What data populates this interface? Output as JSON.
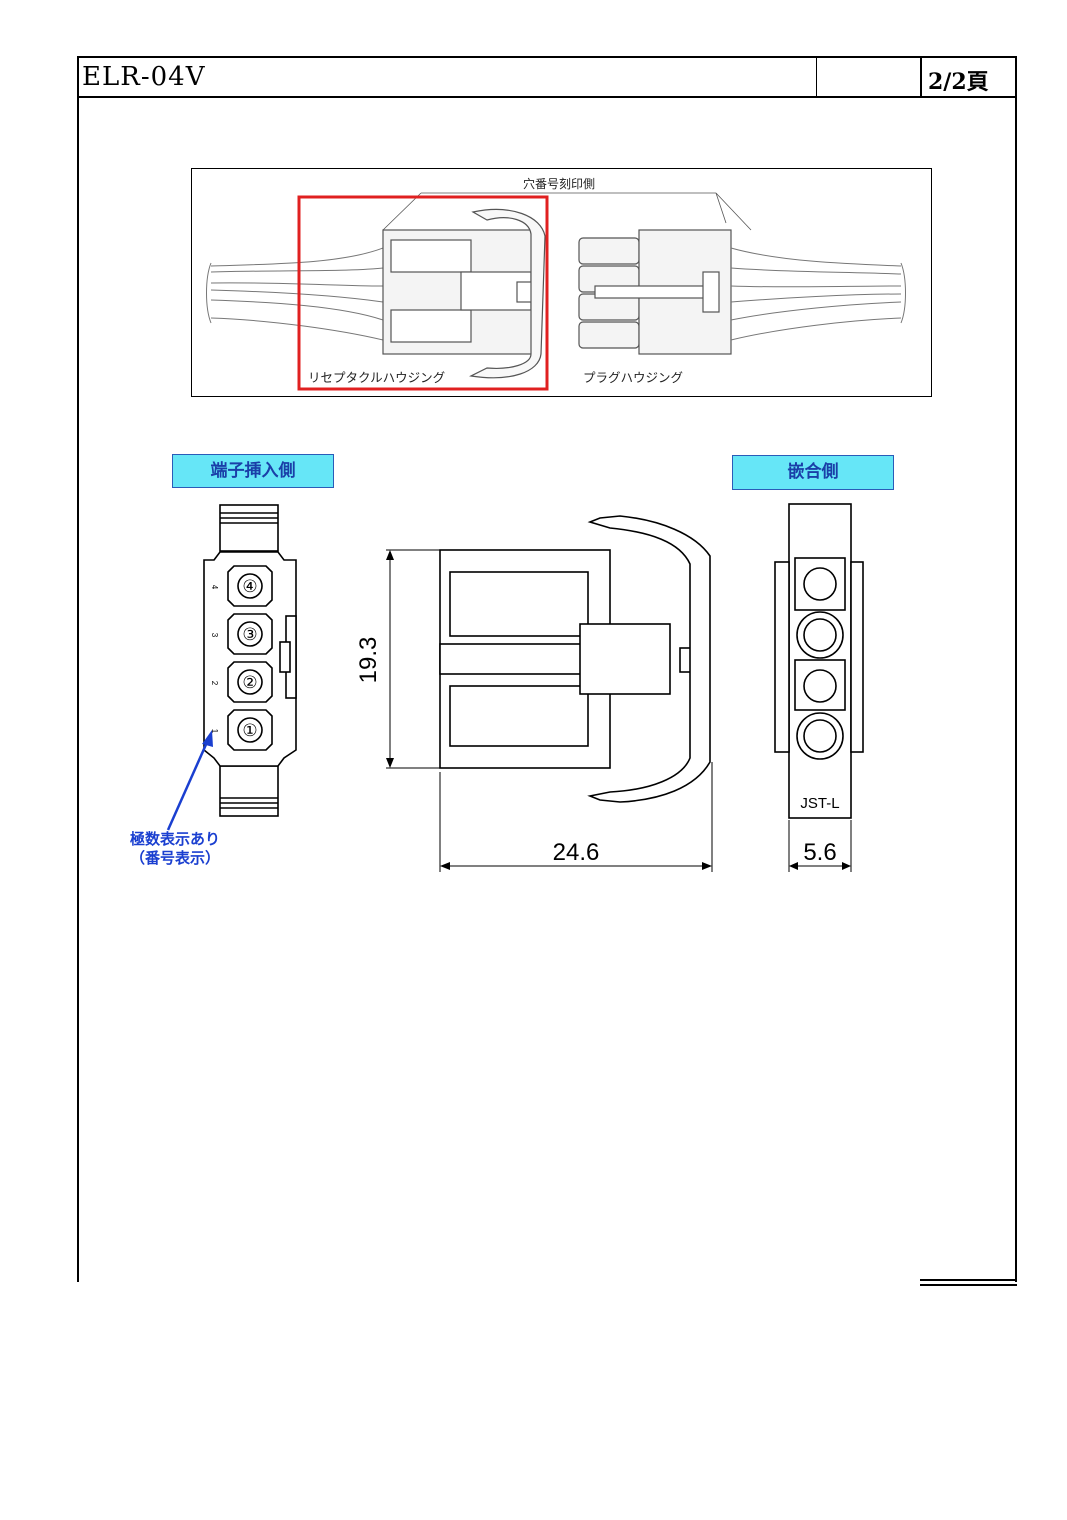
{
  "header": {
    "doc_title": "ELR-04V",
    "page_label": "2/2頁"
  },
  "photo": {
    "top_label": "穴番号刻印側",
    "receptacle_label": "リセプタクルハウジング",
    "plug_label": "プラグハウジング",
    "highlight_color": "#e02020"
  },
  "views": {
    "terminal_side_label": "端子挿入側",
    "mating_side_label": "嵌合側",
    "label_bg": "#66e6f7",
    "pin_circled": [
      "④",
      "③",
      "②",
      "①"
    ],
    "pin_small": [
      "4",
      "3",
      "2",
      "1"
    ],
    "note_line1": "極数表示あり",
    "note_line2": "（番号表示）",
    "note_color": "#1a3fd0",
    "brand_mark": "JST-L"
  },
  "dimensions": {
    "height": "19.3",
    "width": "24.6",
    "depth": "5.6"
  }
}
